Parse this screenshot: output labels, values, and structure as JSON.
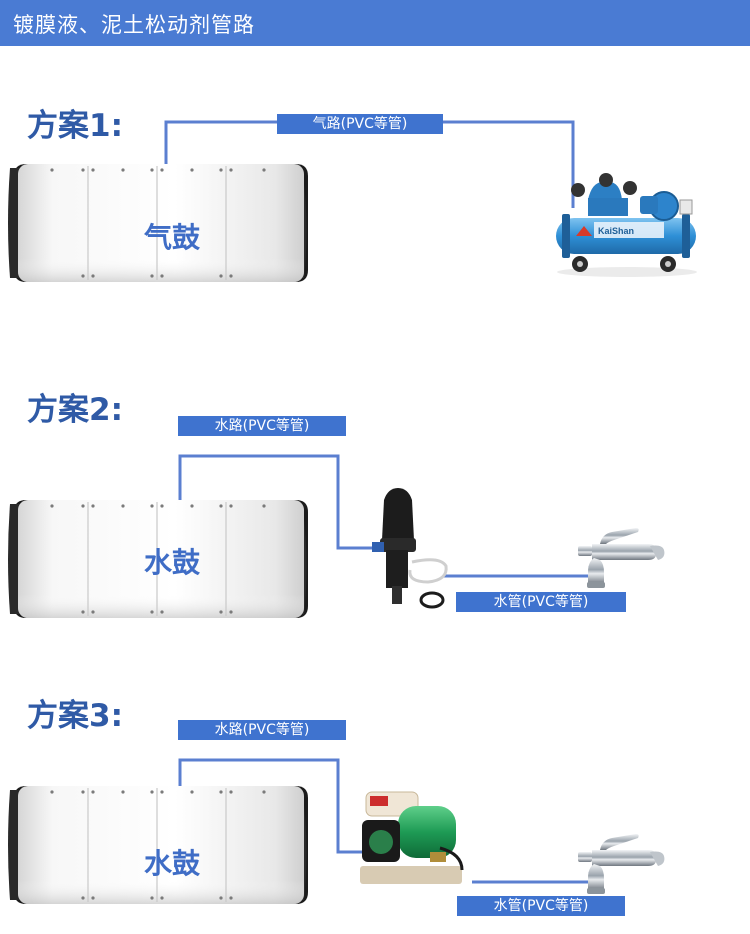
{
  "header": {
    "title": "镀膜液、泥土松动剂管路"
  },
  "colors": {
    "accent": "#4a7bd3",
    "pipe": "#5b7fd0",
    "title": "#2f5aa6"
  },
  "schemes": [
    {
      "title": "方案1:",
      "drum_label": "气鼓",
      "pipe_label": "气路(PVC等管)",
      "device": "air-compressor"
    },
    {
      "title": "方案2:",
      "drum_label": "水鼓",
      "pipe_label": "水路(PVC等管)",
      "device": "dosing-pump",
      "tap_pipe_label": "水管(PVC等管)"
    },
    {
      "title": "方案3:",
      "drum_label": "水鼓",
      "pipe_label": "水路(PVC等管)",
      "device": "water-pump",
      "tap_pipe_label": "水管(PVC等管)"
    }
  ],
  "compressor": {
    "brand": "KaiShan"
  }
}
